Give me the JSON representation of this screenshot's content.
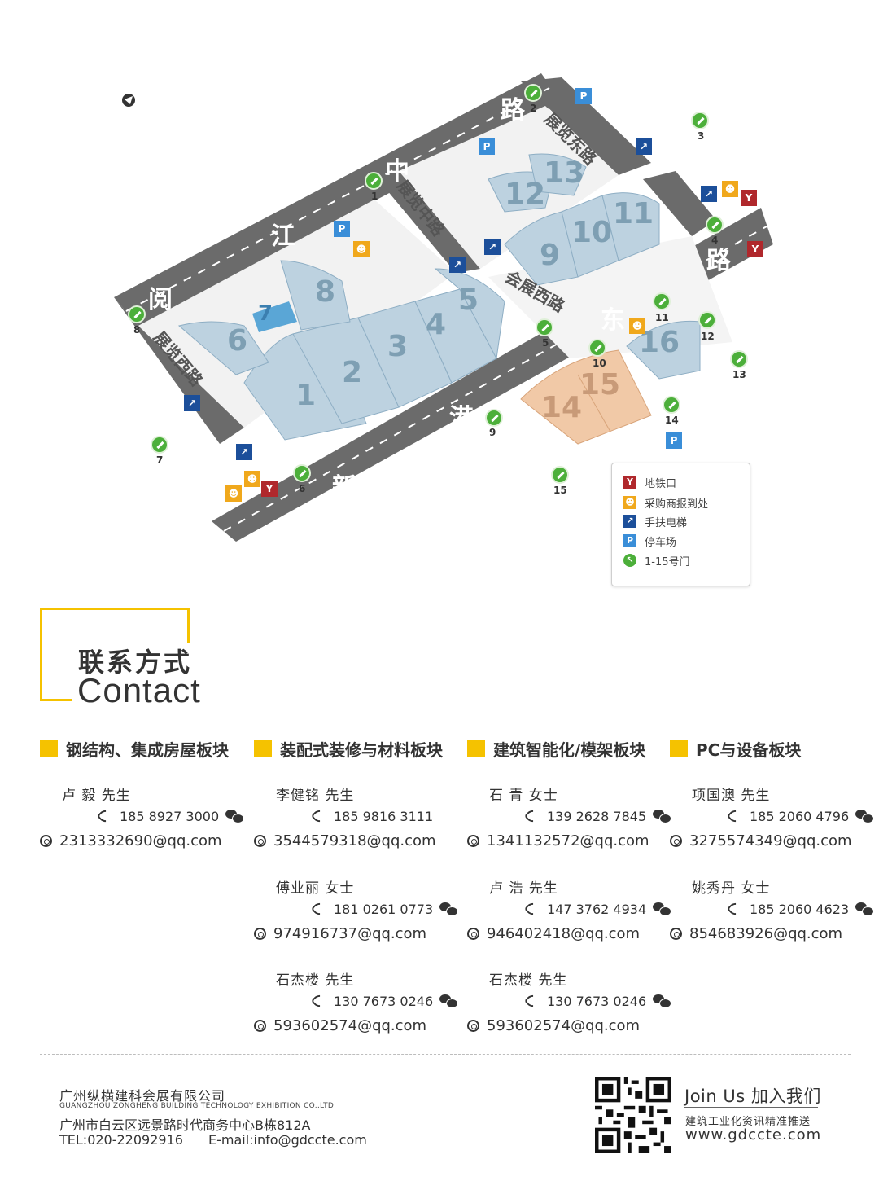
{
  "map": {
    "roads": [
      "新",
      "港",
      "东",
      "路",
      "阅",
      "江",
      "中",
      "路",
      "展览中路",
      "展览东路",
      "展览西路",
      "会展西路"
    ],
    "halls": [
      "1",
      "2",
      "3",
      "4",
      "5",
      "6",
      "7",
      "8",
      "9",
      "10",
      "11",
      "12",
      "13",
      "14",
      "15",
      "16"
    ],
    "gates": [
      "1",
      "2",
      "3",
      "4",
      "5",
      "6",
      "7",
      "8",
      "9",
      "10",
      "11",
      "12",
      "13",
      "14",
      "15"
    ],
    "legend": [
      {
        "icon": "metro-icon",
        "label": "地铁口",
        "color": "#b0282c"
      },
      {
        "icon": "buyer-registration-icon",
        "label": "采购商报到处",
        "color": "#f0a81c"
      },
      {
        "icon": "escalator-icon",
        "label": "手扶电梯",
        "color": "#1c4f9a"
      },
      {
        "icon": "parking-icon",
        "label": "停车场",
        "color": "#3a8ed8"
      },
      {
        "icon": "gate-icon",
        "label": "1-15号门",
        "color": "#4caf3a"
      }
    ],
    "parking_letter": "P"
  },
  "contact": {
    "title_cn": "联系方式",
    "title_en": "Contact",
    "accent": "#f5c200",
    "categories": [
      {
        "label": "钢结构、集成房屋板块",
        "people": [
          {
            "name": "卢 毅 先生",
            "tel": "185 8927 3000",
            "email": "2313332690@qq.com"
          }
        ]
      },
      {
        "label": "装配式装修与材料板块",
        "people": [
          {
            "name": "李健铭 先生",
            "tel": "185 9816 3111",
            "email": "3544579318@qq.com"
          },
          {
            "name": "傅业丽 女士",
            "tel": "181 0261 0773",
            "email": "974916737@qq.com"
          },
          {
            "name": "石杰楼 先生",
            "tel": "130 7673 0246",
            "email": "593602574@qq.com"
          }
        ]
      },
      {
        "label": "建筑智能化/模架板块",
        "people": [
          {
            "name": "石 青 女士",
            "tel": "139 2628 7845",
            "email": "1341132572@qq.com"
          },
          {
            "name": "卢 浩 先生",
            "tel": "147 3762 4934",
            "email": "946402418@qq.com"
          },
          {
            "name": "石杰楼 先生",
            "tel": "130 7673 0246",
            "email": "593602574@qq.com"
          }
        ]
      },
      {
        "label": "PC与设备板块",
        "people": [
          {
            "name": "项国澳 先生",
            "tel": "185 2060 4796",
            "email": "3275574349@qq.com"
          },
          {
            "name": "姚秀丹 女士",
            "tel": "185 2060 4623",
            "email": "854683926@qq.com"
          }
        ]
      }
    ]
  },
  "footer": {
    "company_cn": "广州纵横建科会展有限公司",
    "company_en": "GUANGZHOU ZONGHENG BUILDING TECHNOLOGY EXHIBITION CO.,LTD.",
    "address": "广州市白云区远景路时代商务中心B栋812A",
    "tel": "TEL:020-22092916",
    "email": "E-mail:info@gdccte.com",
    "join": "Join Us 加入我们",
    "slogan": "建筑工业化资讯精准推送",
    "website": "www.gdccte.com"
  }
}
